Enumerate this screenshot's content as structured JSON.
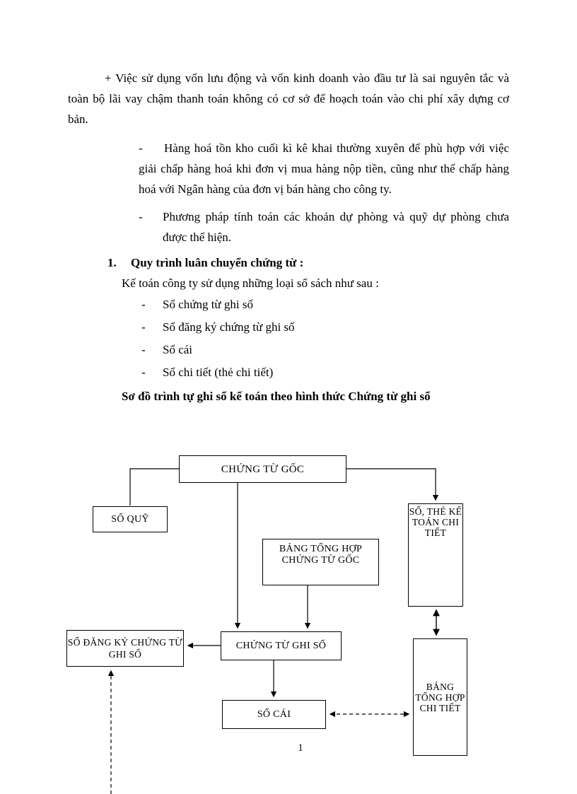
{
  "page": {
    "number": "1"
  },
  "text": {
    "p1": "+ Việc sử dụng vốn lưu động và vốn kinh doanh vào đầu tư là sai nguyên tắc và toàn bộ lãi vay chậm thanh toán không có cơ sở để hoạch toán vào chi phí xây dựng cơ bản.",
    "b1_marker": "-",
    "b1": "Hàng hoá tồn kho cuối kì kê khai thường xuyên để phù hợp với việc giải chấp hàng hoá khi đơn vị mua hàng nộp tiền, cũng như thế chấp hàng hoá với Ngân hàng của đơn vị bán hàng cho công ty.",
    "b2_marker": "-",
    "b2": "Phương pháp tính toán các khoản dự phòng và quỹ dự phòng chưa được thể hiện.",
    "h1_number": "1.",
    "h1": "Quy trình luân chuyển chứng từ :",
    "intro": "Kế toán công ty sử dụng những loại sổ sách như sau :",
    "list_marker": "-",
    "list": [
      "Sổ chứng từ ghi sổ",
      "Sổ đăng ký chứng từ ghi sổ",
      "Sổ cái",
      "Sổ chi tiết (thẻ chi tiết)"
    ],
    "diagram_title": "Sơ đồ trình tự ghi sổ kế toán theo hình thức Chứng từ ghi sổ"
  },
  "diagram": {
    "boxes": {
      "chung_tu_goc": "CHỨNG TỪ GỐC",
      "so_quy": "SỔ QUỸ",
      "so_the_ke_toan_chi_tiet": "SỔ, THẺ KẾ TOÁN CHI TIẾT",
      "bang_tong_hop_chung_tu_goc": "BẢNG TỔNG HỢP CHỨNG TỪ GỐC",
      "chung_tu_ghi_so": "CHỨNG TỪ GHI SỔ",
      "so_dang_ky_chung_tu_ghi_so": "SỔ ĐĂNG KÝ CHỨNG TỪ GHI SỔ",
      "so_cai": "SỔ CÁI",
      "bang_tong_hop_chi_tiet": "BẢNG TỔNG HỢP CHI TIẾT"
    }
  }
}
